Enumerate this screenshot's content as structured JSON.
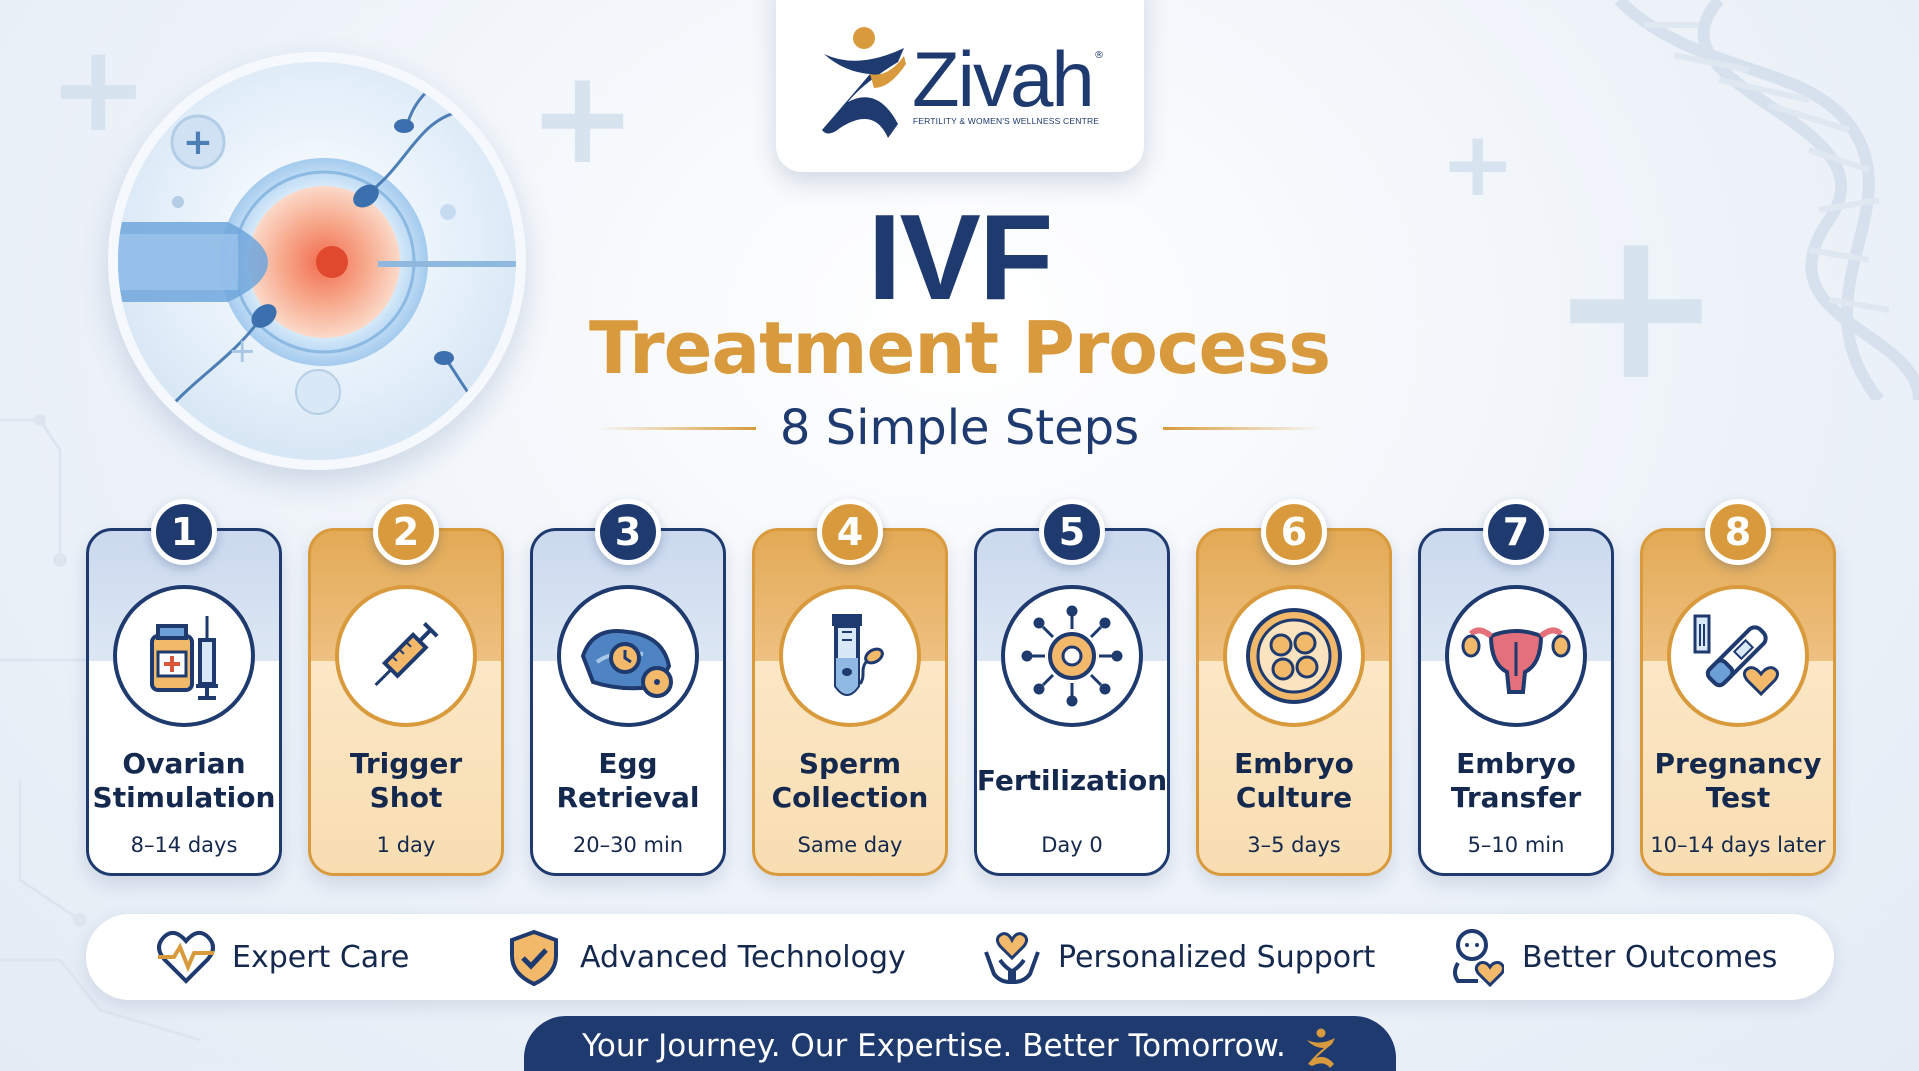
{
  "brand": {
    "name": "Zivah",
    "registered_mark": "®",
    "tagline": "FERTILITY & WOMEN'S WELLNESS CENTRE"
  },
  "title": {
    "main": "IVF",
    "sub": "Treatment Process",
    "tagline": "8 Simple Steps"
  },
  "steps": [
    {
      "number": "1",
      "title": "Ovarian\nStimulation",
      "duration": "8–14 days",
      "theme": "blue",
      "icon": "medicine-vial-syringe-icon"
    },
    {
      "number": "2",
      "title": "Trigger\nShot",
      "duration": "1 day",
      "theme": "gold",
      "icon": "syringe-icon"
    },
    {
      "number": "3",
      "title": "Egg\nRetrieval",
      "duration": "20–30 min",
      "theme": "blue",
      "icon": "ultrasound-monitor-icon"
    },
    {
      "number": "4",
      "title": "Sperm\nCollection",
      "duration": "Same day",
      "theme": "gold",
      "icon": "test-tube-sperm-icon"
    },
    {
      "number": "5",
      "title": "Fertilization",
      "duration": "Day 0",
      "theme": "blue",
      "icon": "egg-fertilization-icon"
    },
    {
      "number": "6",
      "title": "Embryo\nCulture",
      "duration": "3–5 days",
      "theme": "gold",
      "icon": "petri-dish-embryo-icon"
    },
    {
      "number": "7",
      "title": "Embryo\nTransfer",
      "duration": "5–10 min",
      "theme": "blue",
      "icon": "uterus-icon"
    },
    {
      "number": "8",
      "title": "Pregnancy\nTest",
      "duration": "10–14 days later",
      "theme": "gold",
      "icon": "pregnancy-test-heart-icon"
    }
  ],
  "benefits": [
    {
      "label": "Expert Care",
      "icon": "heartbeat-icon"
    },
    {
      "label": "Advanced Technology",
      "icon": "shield-check-icon"
    },
    {
      "label": "Personalized Support",
      "icon": "hands-heart-icon"
    },
    {
      "label": "Better Outcomes",
      "icon": "baby-heart-icon"
    }
  ],
  "footer": {
    "text": "Your Journey. Our Expertise. Better Tomorrow.",
    "icon": "zivah-figure-icon"
  },
  "colors": {
    "navy": "#1e3a6e",
    "gold": "#d89a3c",
    "light_blue": "#cbd9ee",
    "cream": "#fbe7c6"
  }
}
